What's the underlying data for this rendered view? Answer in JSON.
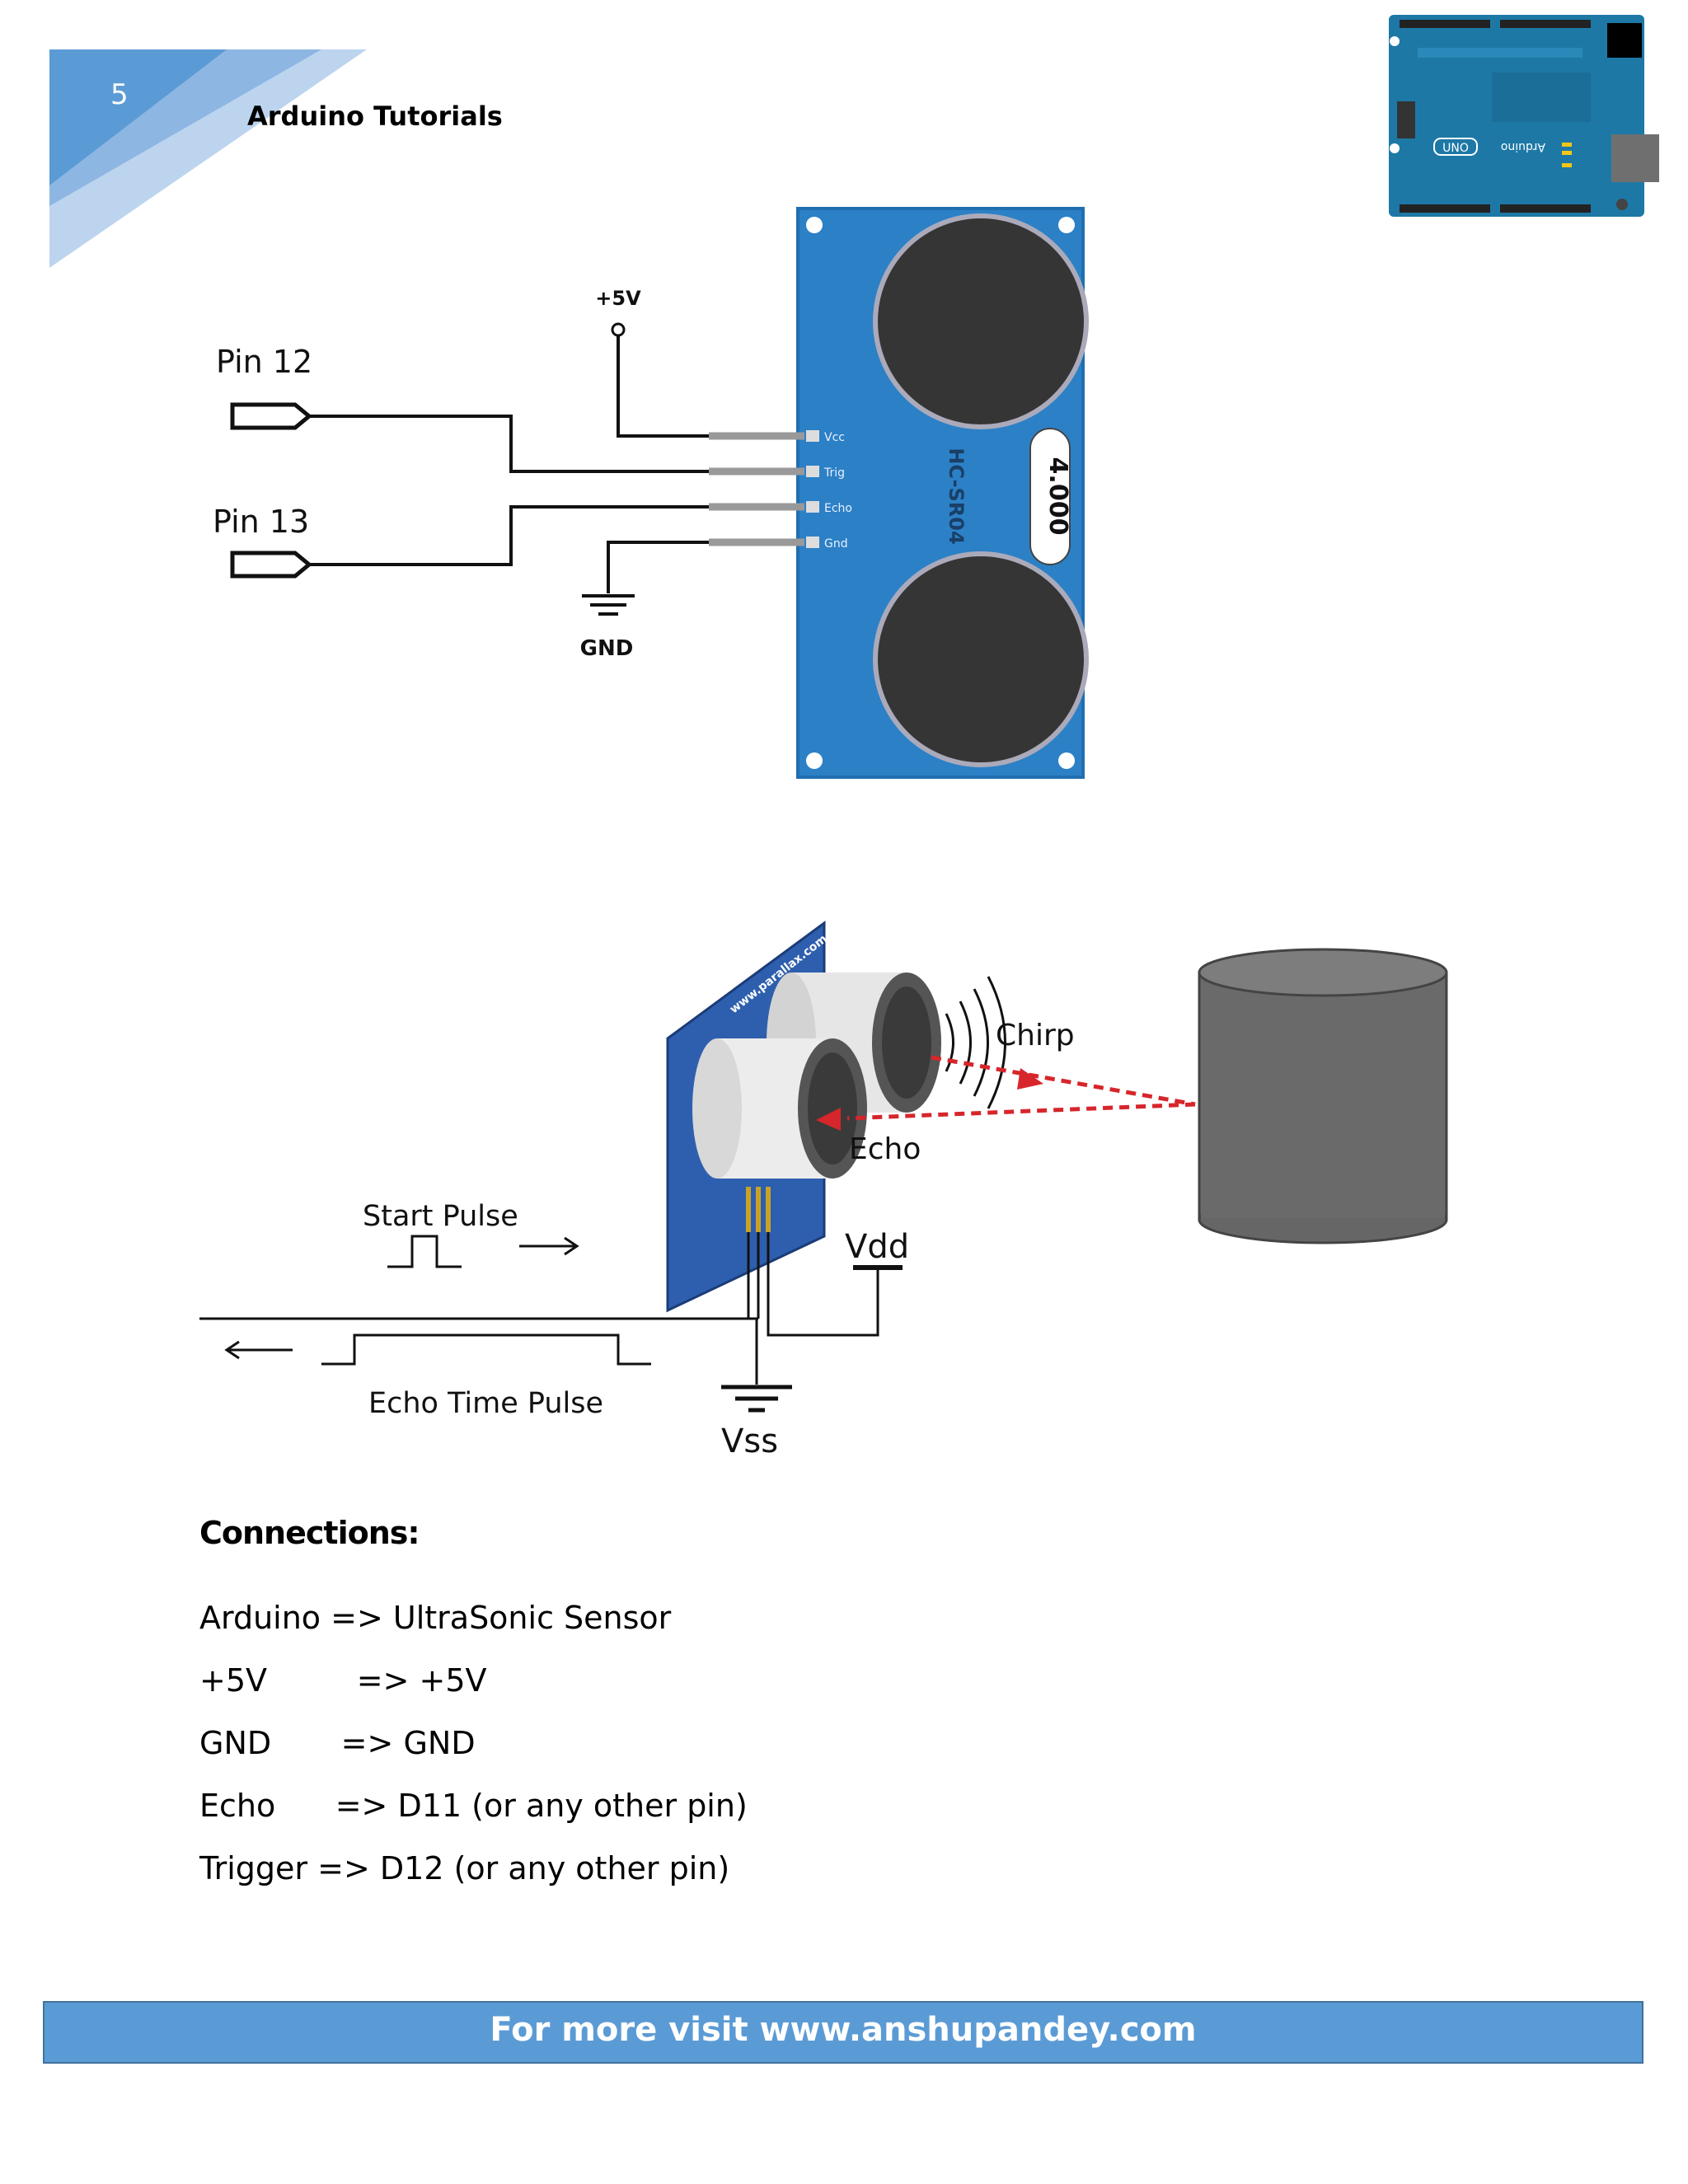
{
  "header": {
    "page_number": "5",
    "title": "Arduino Tutorials"
  },
  "board": {
    "name": "Arduino",
    "badge": "UNO"
  },
  "diagram1": {
    "vcc_label": "+5V",
    "pin12_label": "Pin 12",
    "pin13_label": "Pin 13",
    "gnd_label": "GND",
    "sensor_pins": [
      "Vcc",
      "Trig",
      "Echo",
      "Gnd"
    ],
    "sensor_model": "HC-SR04",
    "sensor_marking": "4.000"
  },
  "diagram2": {
    "chirp_label": "Chirp",
    "echo_label": "Echo",
    "start_pulse_label": "Start Pulse",
    "echo_time_label": "Echo Time Pulse",
    "vdd_label": "Vdd",
    "vss_label": "Vss",
    "sensor_brand": "www.parallax.com"
  },
  "connections": {
    "heading": "Connections:",
    "lines": [
      "Arduino => UltraSonic Sensor",
      "+5V         => +5V",
      "GND       => GND",
      "Echo      => D11 (or any other pin)",
      "Trigger => D12 (or any other pin)"
    ]
  },
  "footer": {
    "text": "For more visit www.anshupandey.com"
  },
  "colors": {
    "header_blue": "#5b9bd5",
    "sensor_blue": "#2c80c6",
    "chirp_red": "#d6262b"
  }
}
